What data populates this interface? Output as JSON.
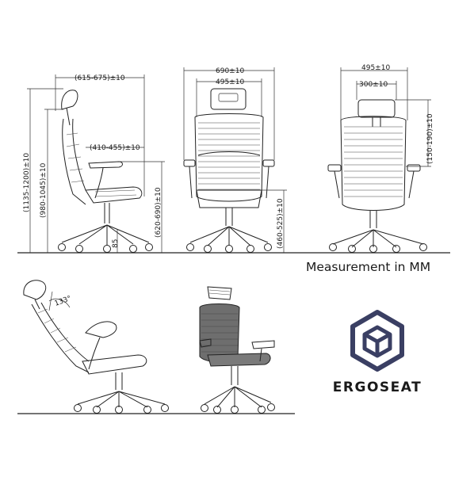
{
  "caption": "Measurement in MM",
  "brand": {
    "name": "ERGOSEAT",
    "logo_color": "#3a3f63"
  },
  "side_view": {
    "depth_dim": "(615-675)±10",
    "armrest_dim": "(410-455)±10",
    "total_height_dim": "(1135-1200)±10",
    "back_height_dim": "(980-1045)±10",
    "arm_height_dim": "(620-690)±10",
    "base_clearance_dim": "85"
  },
  "front_view": {
    "overall_width_dim": "690±10",
    "seat_width_dim": "495±10",
    "seat_height_dim": "(460-525)±10"
  },
  "rear_view": {
    "overall_width_dim": "495±10",
    "headrest_width_dim": "300±10",
    "headrest_height_dim": "(150-190)±10"
  },
  "recline_view": {
    "recline_angle": "133°"
  }
}
